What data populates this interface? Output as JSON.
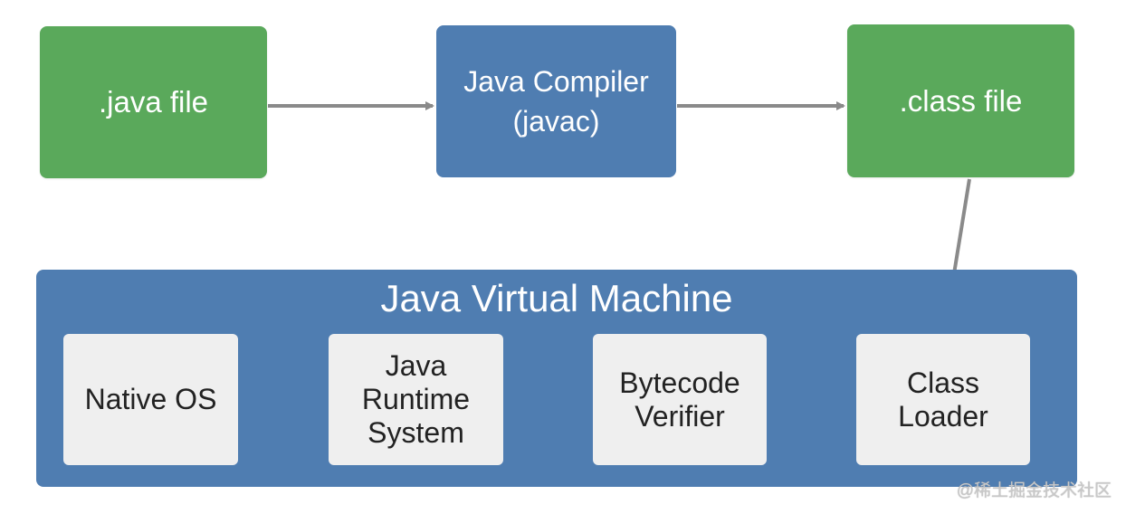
{
  "top_row": {
    "java_file": ".java file",
    "compiler_line1": "Java Compiler",
    "compiler_line2": "(javac)",
    "class_file": ".class file"
  },
  "jvm": {
    "title": "Java Virtual Machine",
    "native_os": "Native OS",
    "runtime_line1": "Java",
    "runtime_line2": "Runtime",
    "runtime_line3": "System",
    "verifier_line1": "Bytecode",
    "verifier_line2": "Verifier",
    "loader_line1": "Class",
    "loader_line2": "Loader"
  },
  "watermark": "@稀土掘金技术社区",
  "colors": {
    "green_box": "#5aa95b",
    "blue_box": "#4f7db1",
    "light_box": "#efefef",
    "arrow": "#8a8a8a"
  }
}
